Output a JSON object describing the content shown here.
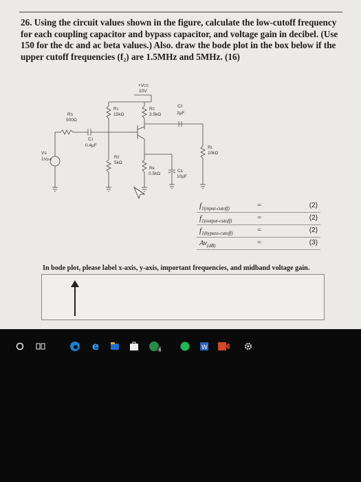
{
  "question": {
    "text": "26. Using the circuit values shown in the figure, calculate the low-cutoff frequency for each coupling capacitor and bypass capacitor, and voltage gain in decibel. (Use 150 for the dc and ac beta values.) Also. draw the bode plot in the box below if the upper cutoff frequencies (f₂) are 1.5MHz and 5MHz. (16)"
  },
  "circuit": {
    "vcc_label": "+V",
    "vcc_sub": "CC",
    "vcc_value": "10V",
    "rs_label": "R",
    "rs_sub": "S",
    "rs_value": "500Ω",
    "c1_label": "C",
    "c1_sub": "1",
    "c1_value": "0.4μF",
    "r1_label": "R",
    "r1_sub": "1",
    "r1_value": "15kΩ",
    "r2_label": "R",
    "r2_sub": "2",
    "r2_value": "5kΩ",
    "rc_label": "R",
    "rc_sub": "C",
    "rc_value": "3.5kΩ",
    "c2_label": "C",
    "c2_sub": "2",
    "c2_value": "2μF",
    "re_label": "R",
    "re_sub": "E",
    "re_value": "0.5kΩ",
    "ce_label": "C",
    "ce_sub": "E",
    "ce_value": "10μF",
    "rl_label": "R",
    "rl_sub": "L",
    "rl_value": "10kΩ",
    "vs_label": "V",
    "vs_sub": "S",
    "vs_value": "1V",
    "vs_value_sub": "p-p"
  },
  "answers": [
    {
      "label": "f",
      "sub": "1(input-cutoff)",
      "eq": "=",
      "points": "(2)"
    },
    {
      "label": "f",
      "sub": "1(output-cutoff)",
      "eq": "=",
      "points": "(2)"
    },
    {
      "label": "f",
      "sub": "1(bypass-cutoff)",
      "eq": "=",
      "points": "(2)"
    },
    {
      "label": "Av",
      "sub": "(dB)",
      "eq": "=",
      "points": "(3)"
    }
  ],
  "bode_note": "In bode plot, please label x-axis, y-axis, important frequencies, and midband voltage gain.",
  "taskbar": {
    "icons": [
      "start-circle-icon",
      "task-view-icon",
      "edge-icon",
      "ie-icon",
      "file-explorer-icon",
      "store-icon",
      "spotify-icon",
      "word-icon",
      "powerpoint-icon",
      "settings-icon"
    ],
    "badge": "60"
  }
}
